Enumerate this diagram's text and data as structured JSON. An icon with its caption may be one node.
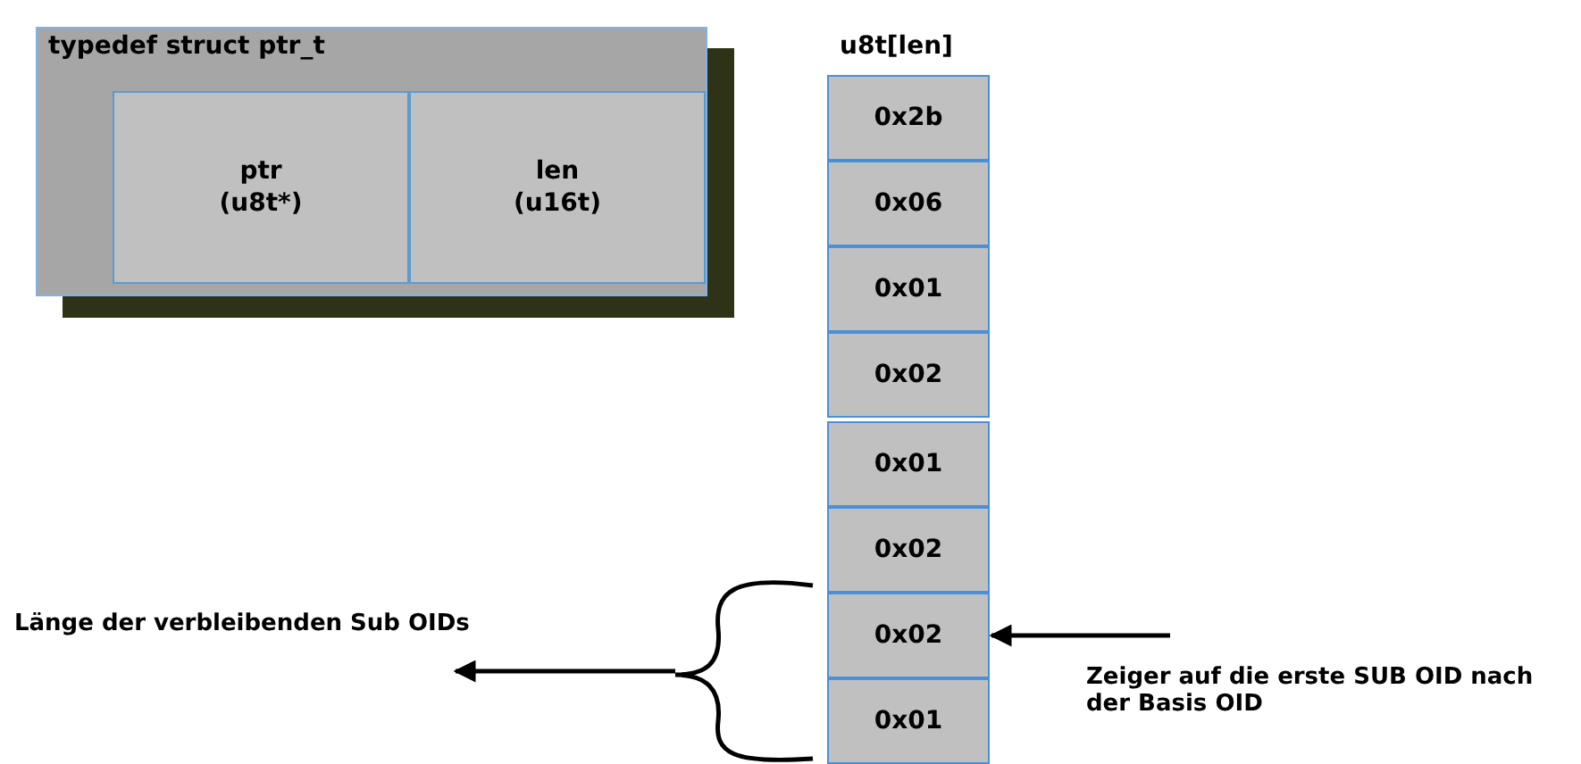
{
  "diagram": {
    "nodes": [
      {
        "text": [
          "typedef struct ptr_t"
        ]
      },
      {
        "text": [
          "ptr (u8t*)"
        ],
        "in": 0
      },
      {
        "text": [
          "len (u16t)"
        ],
        "in": 0
      },
      {
        "text": [
          "0x2b"
        ],
        "beside": [
          "u8t[len]"
        ]
      },
      {
        "text": [
          "0x06"
        ]
      },
      {
        "text": [
          "0x01"
        ]
      },
      {
        "text": [
          "0x02"
        ]
      },
      {
        "text": [
          "0x01"
        ]
      },
      {
        "text": [
          "0x02"
        ]
      },
      {
        "text": [
          "0x02"
        ]
      },
      {
        "text": [
          "0x01"
        ]
      },
      {
        "text": [
          "Länge der verbleibenden Sub OIDs"
        ]
      },
      {
        "text": [
          "Zeiger auf die erste SUB OID nach der Basis OID"
        ]
      },
      {
        "text": [],
        "shape": "bracket"
      }
    ],
    "edges": [
      {
        "from": 13,
        "to": 11,
        "arrow": "to"
      },
      {
        "from": 12,
        "to": 9,
        "arrow": "to"
      }
    ]
  }
}
